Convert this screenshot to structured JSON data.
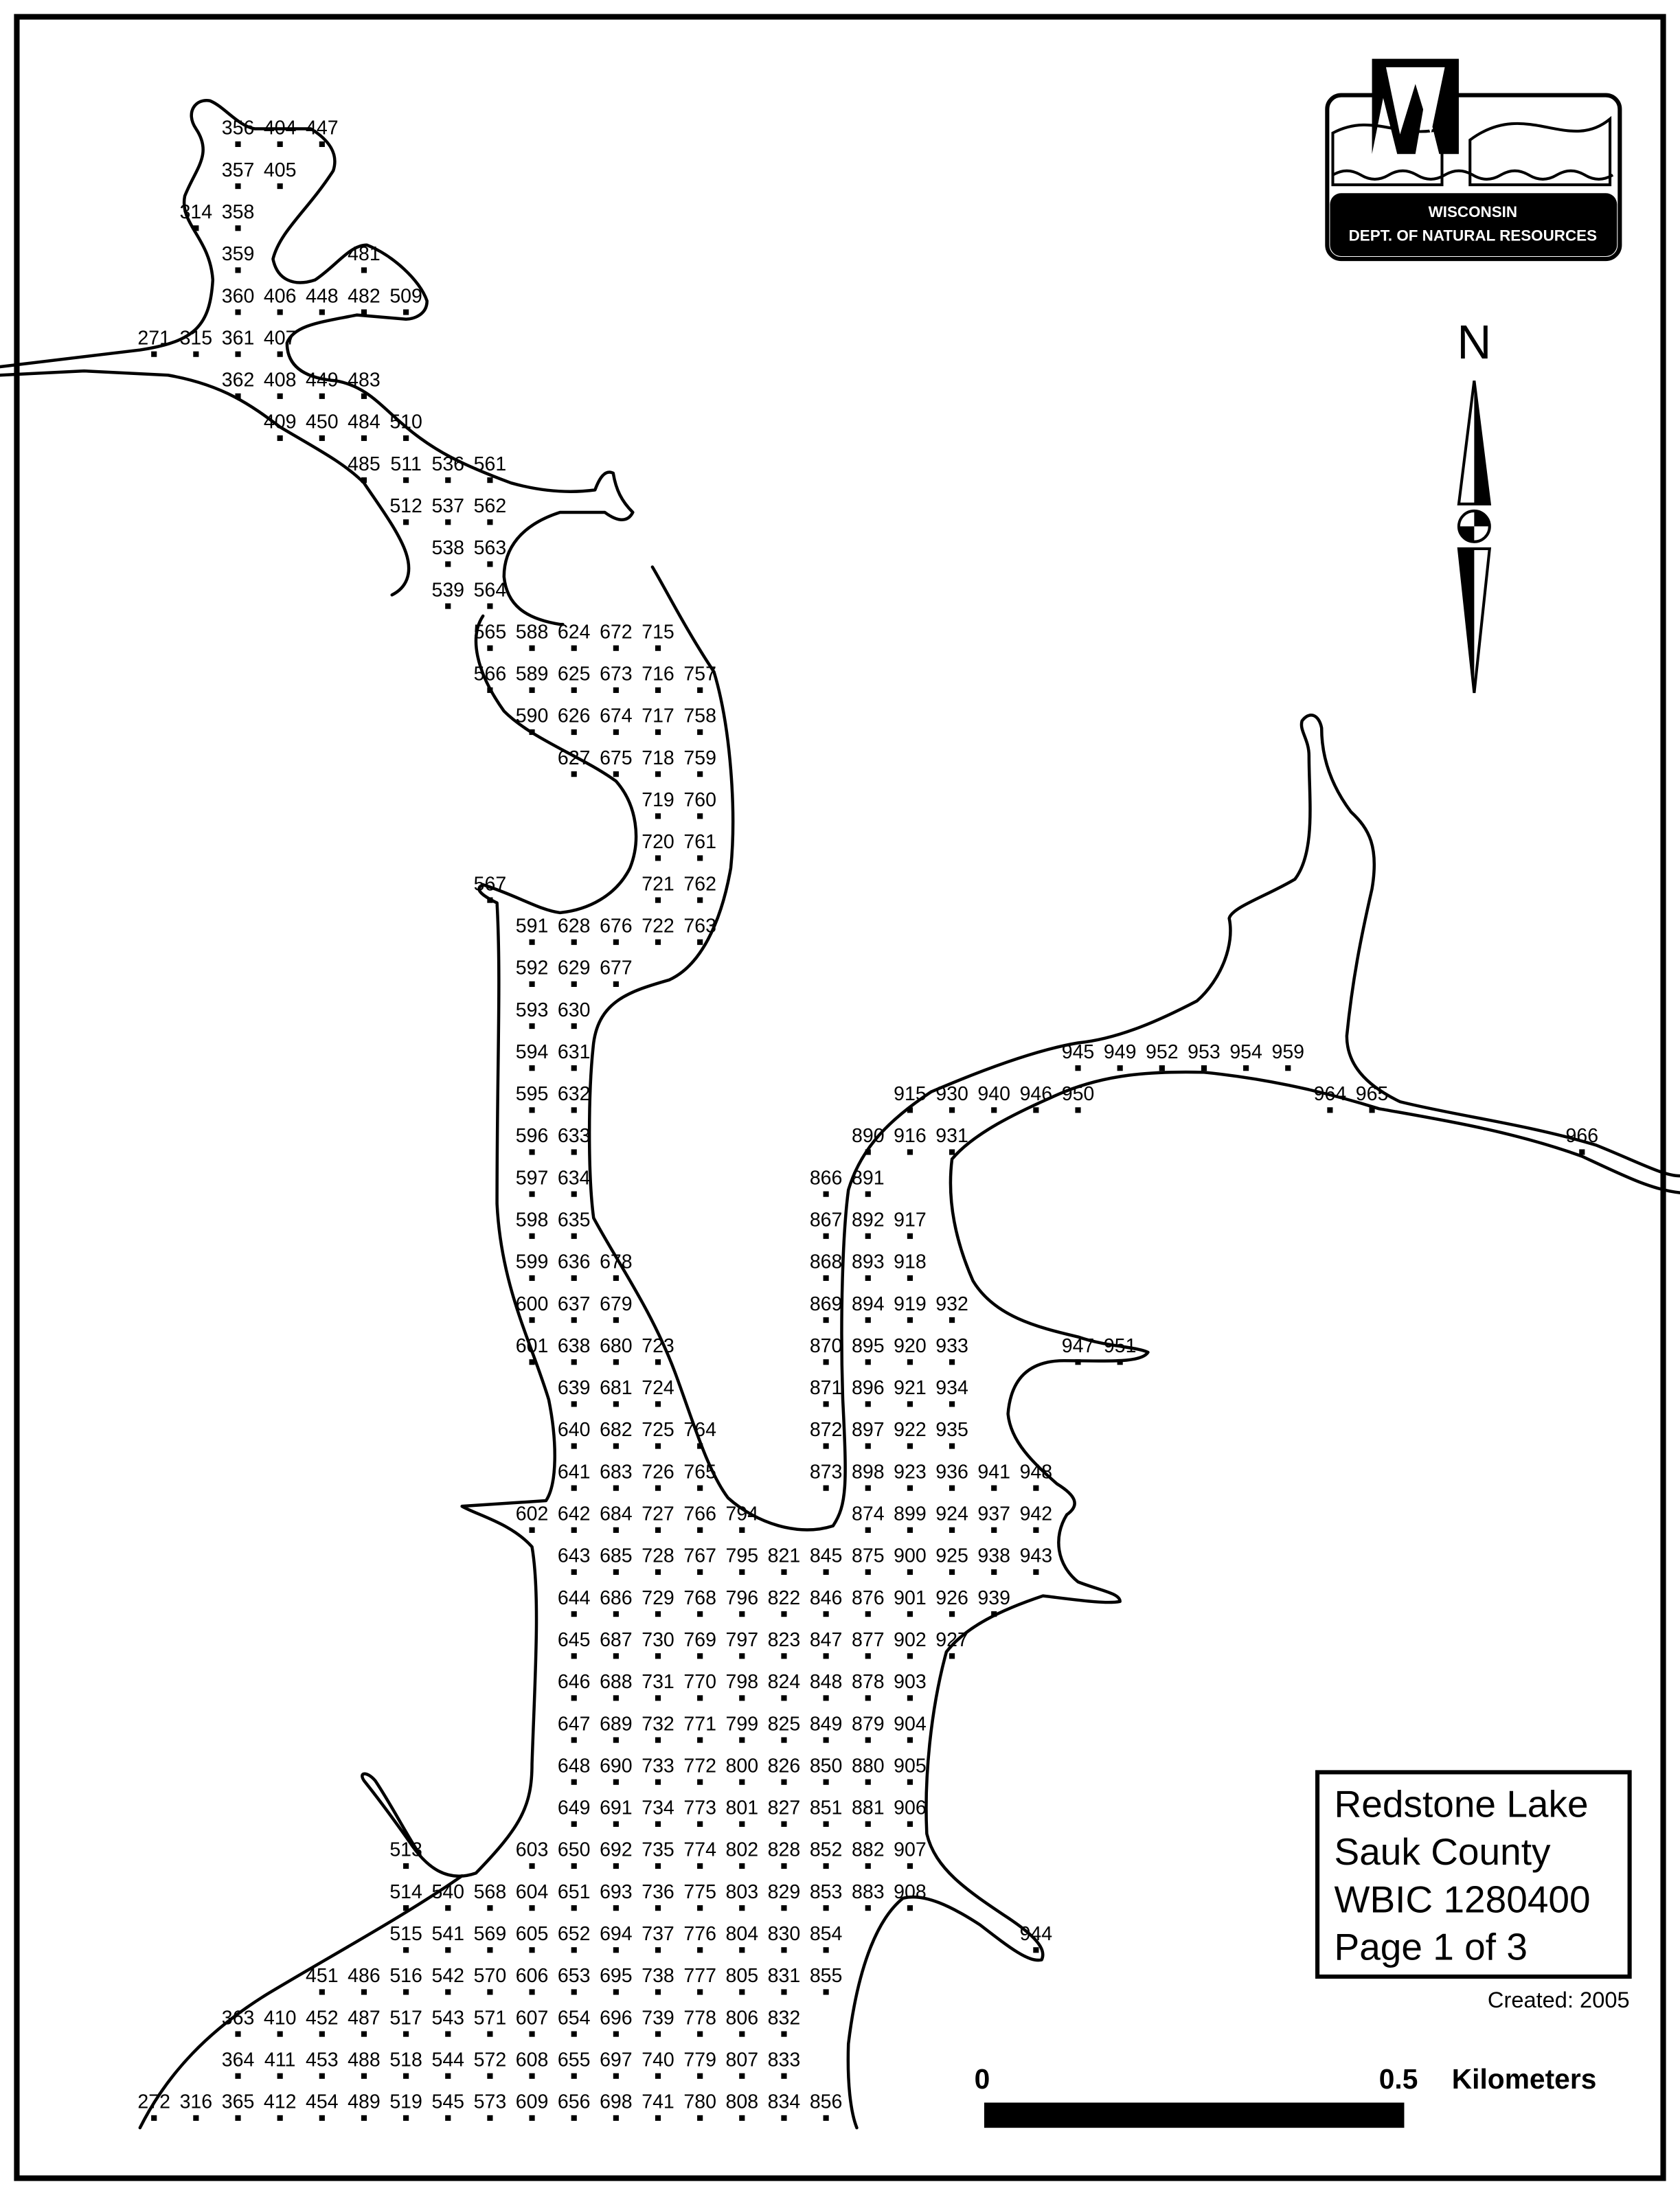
{
  "logo": {
    "line1": "WISCONSIN",
    "line2": "DEPT. OF NATURAL RESOURCES"
  },
  "north_label": "N",
  "title_box": {
    "lake": "Redstone Lake",
    "county": "Sauk County",
    "wbic": "WBIC 1280400",
    "page": "Page 1 of 3"
  },
  "created": "Created: 2005",
  "scale_bar": {
    "start": "0",
    "end": "0.5",
    "unit": "Kilometers"
  },
  "sounding_rows": [
    [
      "356",
      "404",
      "447"
    ],
    [
      "357",
      "405"
    ],
    [
      "314",
      "358"
    ],
    [
      "359",
      "",
      "",
      "481"
    ],
    [
      "360",
      "406",
      "448",
      "482",
      "509"
    ],
    [
      "271",
      "315",
      "361",
      "407"
    ],
    [
      "362",
      "408",
      "449",
      "483"
    ],
    [
      "409",
      "450",
      "484",
      "510"
    ],
    [
      "485",
      "511",
      "536",
      "561"
    ],
    [
      "512",
      "537",
      "562"
    ],
    [
      "538",
      "563"
    ],
    [
      "539",
      "564"
    ],
    [
      "565",
      "588",
      "624",
      "672",
      "715"
    ],
    [
      "566",
      "589",
      "625",
      "673",
      "716",
      "757"
    ],
    [
      "590",
      "626",
      "674",
      "717",
      "758"
    ],
    [
      "627",
      "675",
      "718",
      "759"
    ],
    [
      "719",
      "760"
    ],
    [
      "720",
      "761"
    ],
    [
      "567",
      "",
      "",
      "",
      "721",
      "762"
    ],
    [
      "591",
      "628",
      "676",
      "722",
      "763"
    ],
    [
      "592",
      "629",
      "677"
    ],
    [
      "593",
      "630"
    ],
    [
      "594",
      "631",
      "",
      "",
      "",
      "",
      "",
      "",
      "",
      "",
      "",
      "",
      "",
      "945",
      "949",
      "952",
      "953",
      "954",
      "959"
    ],
    [
      "595",
      "632",
      "",
      "",
      "",
      "",
      "",
      "",
      "",
      "915",
      "930",
      "940",
      "946",
      "950",
      "",
      "",
      "",
      "",
      "",
      "964",
      "965"
    ],
    [
      "596",
      "633",
      "",
      "",
      "",
      "",
      "",
      "",
      "890",
      "916",
      "931",
      "",
      "",
      "",
      "",
      "",
      "",
      "",
      "",
      "",
      "",
      "",
      "",
      "",
      "",
      "966"
    ],
    [
      "597",
      "634",
      "",
      "",
      "",
      "",
      "",
      "866",
      "891"
    ],
    [
      "598",
      "635",
      "",
      "",
      "",
      "",
      "",
      "867",
      "892",
      "917"
    ],
    [
      "599",
      "636",
      "678",
      "",
      "",
      "",
      "",
      "868",
      "893",
      "918"
    ],
    [
      "600",
      "637",
      "679",
      "",
      "",
      "",
      "",
      "869",
      "894",
      "919",
      "932"
    ],
    [
      "601",
      "638",
      "680",
      "723",
      "",
      "",
      "",
      "870",
      "895",
      "920",
      "933",
      "",
      "",
      "947",
      "951"
    ],
    [
      "639",
      "681",
      "724",
      "",
      "",
      "",
      "871",
      "896",
      "921",
      "934"
    ],
    [
      "640",
      "682",
      "725",
      "764",
      "",
      "",
      "872",
      "897",
      "922",
      "935"
    ],
    [
      "641",
      "683",
      "726",
      "765",
      "",
      "",
      "873",
      "898",
      "923",
      "936",
      "941",
      "948"
    ],
    [
      "602",
      "642",
      "684",
      "727",
      "766",
      "794",
      "",
      "",
      "874",
      "899",
      "924",
      "937",
      "942"
    ],
    [
      "643",
      "685",
      "728",
      "767",
      "795",
      "821",
      "845",
      "875",
      "900",
      "925",
      "938",
      "943"
    ],
    [
      "644",
      "686",
      "729",
      "768",
      "796",
      "822",
      "846",
      "876",
      "901",
      "926",
      "939"
    ],
    [
      "645",
      "687",
      "730",
      "769",
      "797",
      "823",
      "847",
      "877",
      "902",
      "927"
    ],
    [
      "646",
      "688",
      "731",
      "770",
      "798",
      "824",
      "848",
      "878",
      "903"
    ],
    [
      "647",
      "689",
      "732",
      "771",
      "799",
      "825",
      "849",
      "879",
      "904"
    ],
    [
      "648",
      "690",
      "733",
      "772",
      "800",
      "826",
      "850",
      "880",
      "905"
    ],
    [
      "649",
      "691",
      "734",
      "773",
      "801",
      "827",
      "851",
      "881",
      "906"
    ],
    [
      "513",
      "",
      "",
      "603",
      "650",
      "692",
      "735",
      "774",
      "802",
      "828",
      "852",
      "882",
      "907"
    ],
    [
      "514",
      "540",
      "568",
      "604",
      "651",
      "693",
      "736",
      "775",
      "803",
      "829",
      "853",
      "883",
      "908"
    ],
    [
      "515",
      "541",
      "569",
      "605",
      "652",
      "694",
      "737",
      "776",
      "804",
      "830",
      "854",
      "",
      "",
      "",
      "",
      "944"
    ],
    [
      "451",
      "486",
      "516",
      "542",
      "570",
      "606",
      "653",
      "695",
      "738",
      "777",
      "805",
      "831",
      "855"
    ],
    [
      "363",
      "410",
      "452",
      "487",
      "517",
      "543",
      "571",
      "607",
      "654",
      "696",
      "739",
      "778",
      "806",
      "832"
    ],
    [
      "364",
      "411",
      "453",
      "488",
      "518",
      "544",
      "572",
      "608",
      "655",
      "697",
      "740",
      "779",
      "807",
      "833"
    ],
    [
      "272",
      "316",
      "365",
      "412",
      "454",
      "489",
      "519",
      "545",
      "573",
      "609",
      "656",
      "698",
      "741",
      "780",
      "808",
      "834",
      "856"
    ]
  ]
}
